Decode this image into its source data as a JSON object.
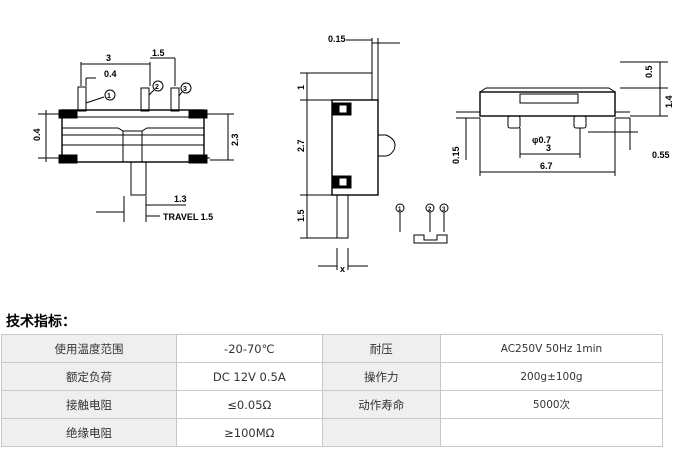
{
  "diagram": {
    "dims": {
      "d1": "3",
      "d2": "1.5",
      "d3": "0.4",
      "d4": "0.4",
      "d5": "2.3",
      "d6": "1.3",
      "travel": "TRAVEL 1.5",
      "d7": "0.15",
      "d8": "1",
      "d9": "2.7",
      "d10": "1.5",
      "x": "x",
      "d11": "0.5",
      "d12": "1.4",
      "d13": "φ0.7",
      "d14": "0.15",
      "d15": "3",
      "d16": "0.55",
      "d17": "6.7"
    },
    "pins": [
      "1",
      "2",
      "3"
    ],
    "pins2": [
      "1",
      "2",
      "3"
    ]
  },
  "spec_title": "技术指标：",
  "specs": [
    {
      "label1": "使用温度范围",
      "value1": "-20-70℃",
      "label2": "耐压",
      "value2": "AC250V 50Hz 1min"
    },
    {
      "label1": "额定负荷",
      "value1": "DC 12V 0.5A",
      "label2": "操作力",
      "value2": "200g±100g"
    },
    {
      "label1": "接触电阻",
      "value1": "≤0.05Ω",
      "label2": "动作寿命",
      "value2": "5000次"
    },
    {
      "label1": "绝缘电阻",
      "value1": "≥100MΩ",
      "label2": "",
      "value2": ""
    }
  ]
}
